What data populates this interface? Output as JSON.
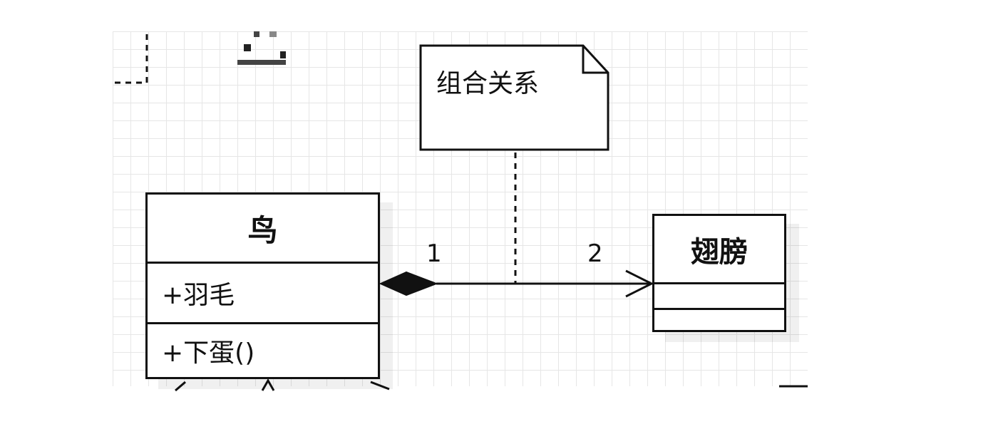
{
  "note": {
    "text": "组合关系"
  },
  "bird_class": {
    "name": "鸟",
    "attribute": "+羽毛",
    "operation": "+下蛋()"
  },
  "wing_class": {
    "name": "翅膀"
  },
  "association": {
    "type": "composition",
    "source_multiplicity": "1",
    "target_multiplicity": "2"
  },
  "colors": {
    "line": "#111111",
    "grid": "#e6e6e6",
    "background": "#ffffff"
  }
}
